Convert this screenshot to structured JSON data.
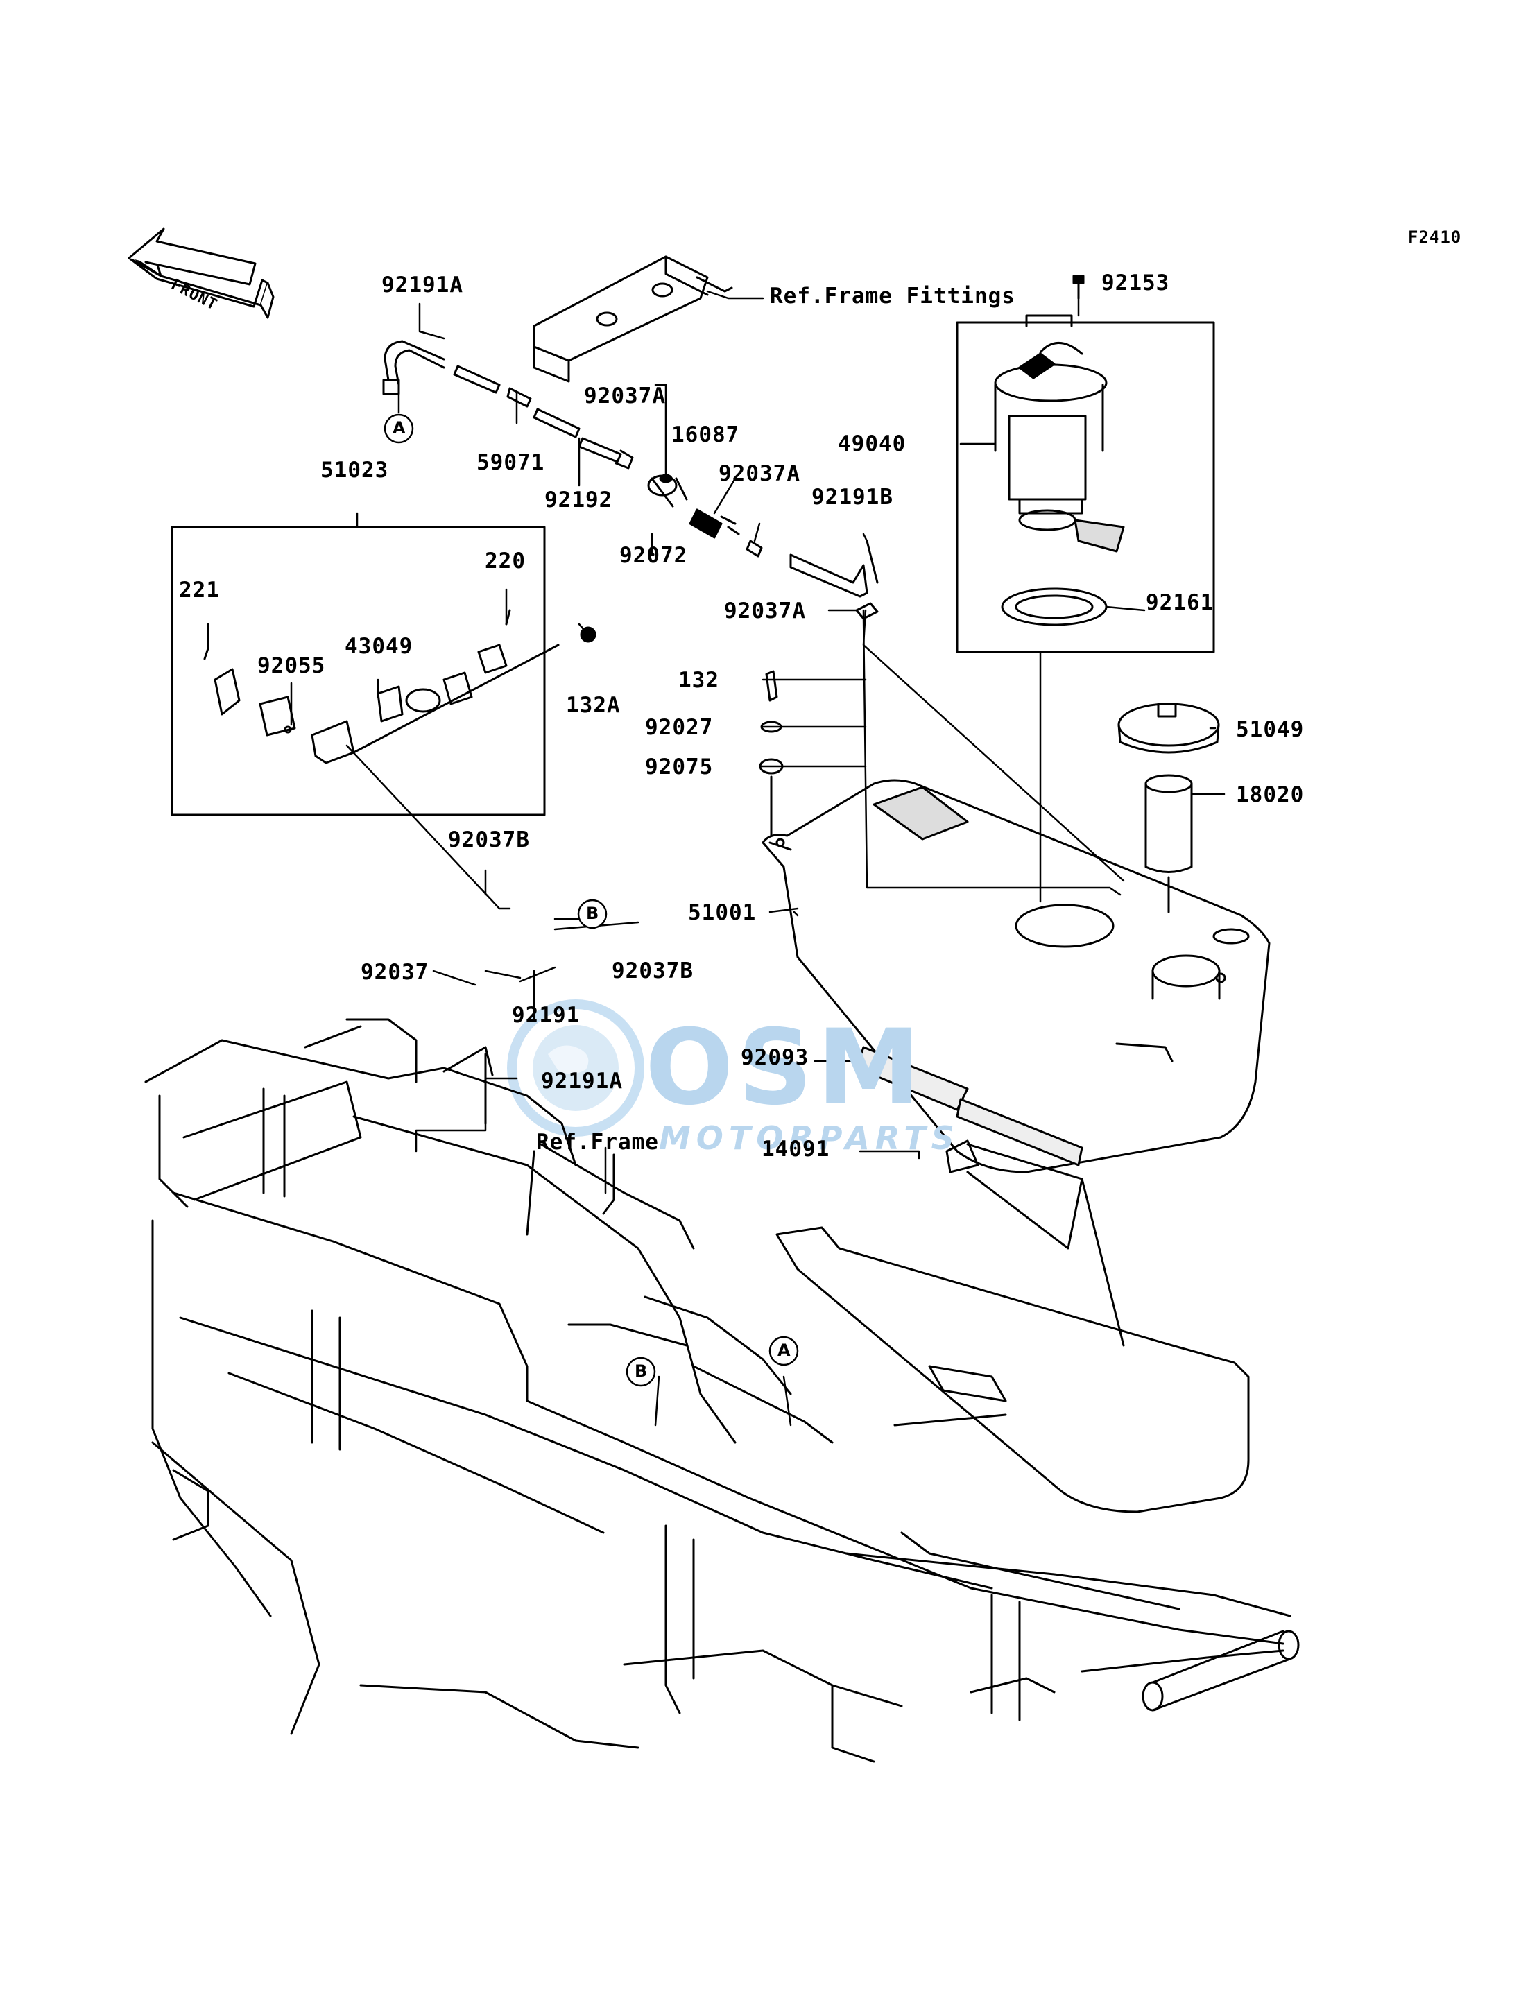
{
  "diagram_code": "F2410",
  "front_arrow_label": "FRONT",
  "references": {
    "frame_fittings": "Ref.Frame Fittings",
    "frame": "Ref.Frame"
  },
  "callouts": {
    "a": "A",
    "b": "B"
  },
  "parts": {
    "p92191A_top": "92191A",
    "p92037A_1": "92037A",
    "p59071": "59071",
    "p92192": "92192",
    "p16087": "16087",
    "p92037A_2": "92037A",
    "p92072": "92072",
    "p92191B": "92191B",
    "p92037A_3": "92037A",
    "p51023": "51023",
    "p220": "220",
    "p221": "221",
    "p43049": "43049",
    "p92055": "92055",
    "p132A": "132A",
    "p92153": "92153",
    "p49040": "49040",
    "p92161": "92161",
    "p132": "132",
    "p92027": "92027",
    "p92075": "92075",
    "p51049": "51049",
    "p18020": "18020",
    "p51001": "51001",
    "p92037B_1": "92037B",
    "p92037": "92037",
    "p92037B_2": "92037B",
    "p92191": "92191",
    "p92191A_bottom": "92191A",
    "p92093": "92093",
    "p14091": "14091"
  },
  "watermark": {
    "logo": "OSM",
    "sub": "MOTORPARTS"
  }
}
